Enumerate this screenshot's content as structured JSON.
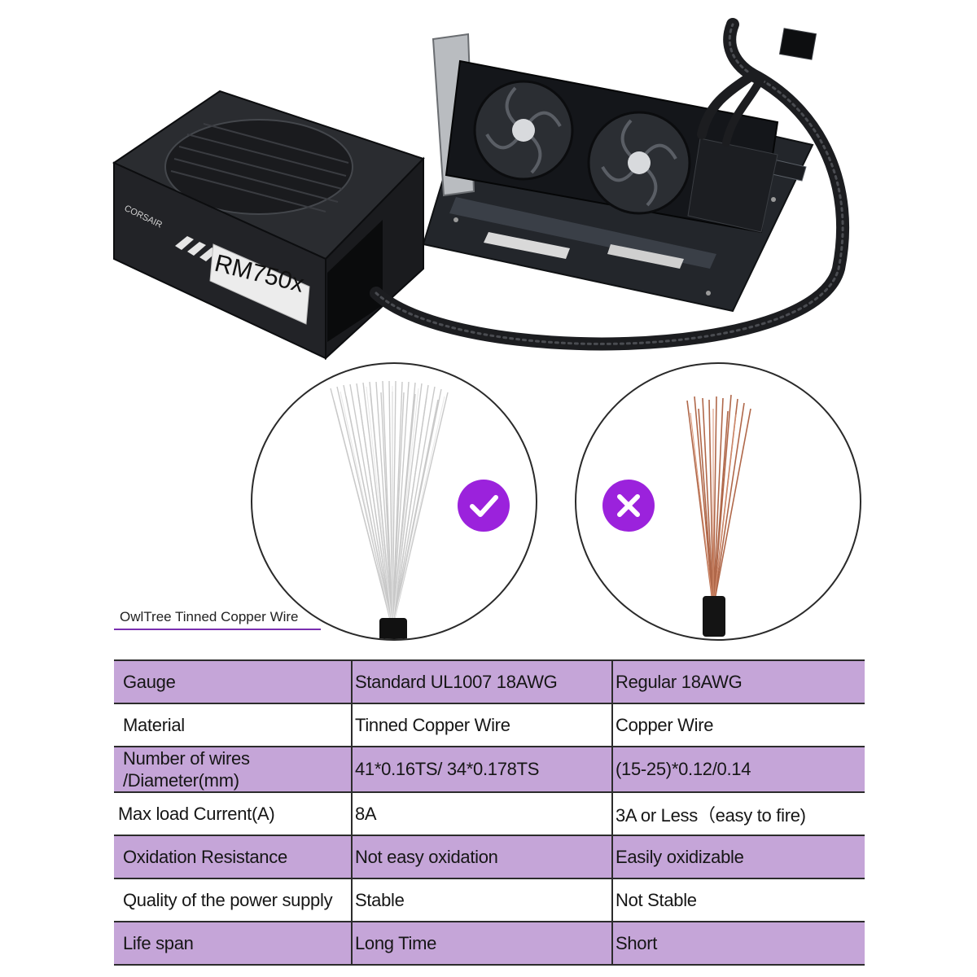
{
  "psu": {
    "brand": "CORSAIR",
    "model": "RM750x"
  },
  "good_wire_caption": "OwlTree Tinned Copper Wire",
  "colors": {
    "badge": "#9b22dc",
    "row_shade": "#c5a5d8"
  },
  "badges": {
    "good": "check-icon",
    "bad": "cross-icon"
  },
  "comparison": {
    "rows": [
      {
        "label": "Gauge",
        "good": "Standard UL1007 18AWG",
        "bad": "Regular 18AWG",
        "shaded": true
      },
      {
        "label": "Material",
        "good": "Tinned Copper Wire",
        "bad": "Copper Wire",
        "shaded": false
      },
      {
        "label": "Number of wires /Diameter(mm)",
        "good": "41*0.16TS/ 34*0.178TS",
        "bad": "(15-25)*0.12/0.14",
        "shaded": true
      },
      {
        "label": "Max load Current(A)",
        "good": "8A",
        "bad": "3A or Less（easy to fire)",
        "shaded": false
      },
      {
        "label": "Oxidation Resistance",
        "good": "Not easy oxidation",
        "bad": "Easily oxidizable",
        "shaded": true
      },
      {
        "label": "Quality of the power supply",
        "good": "Stable",
        "bad": "Not Stable",
        "shaded": false
      },
      {
        "label": "Life span",
        "good": "Long Time",
        "bad": "Short",
        "shaded": true
      }
    ]
  }
}
